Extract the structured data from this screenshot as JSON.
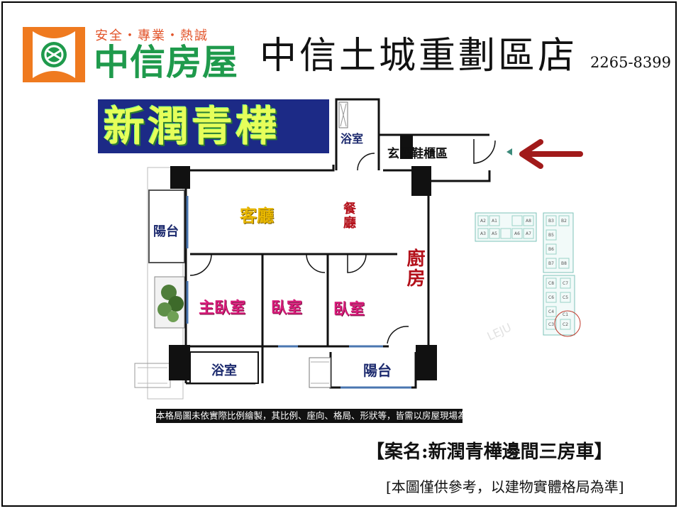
{
  "brand": {
    "slogan": "安全・專業・熱誠",
    "name": "中信房屋",
    "store": "中信土城重劃區店",
    "phone": "2265-8399"
  },
  "community": {
    "name": "新潤青樺"
  },
  "rooms": {
    "balcony_west": "陽台",
    "living": "客廳",
    "dining": "餐廳",
    "kitchen": "廚房",
    "master_bedroom": "主臥室",
    "bedroom_2": "臥室",
    "bedroom_3": "臥室",
    "bath_top": "浴室",
    "bath_bottom": "浴室",
    "entry": "玄關鞋櫃區",
    "balcony_south": "陽台"
  },
  "site_plan": {
    "blocks_a": [
      "A2",
      "A1",
      "A8",
      "A3",
      "A5",
      "A6",
      "A7"
    ],
    "blocks_b": [
      "B3",
      "B2",
      "B5",
      "B6",
      "B7",
      "B8"
    ],
    "blocks_c": [
      "C8",
      "C7",
      "C6",
      "C5",
      "C4",
      "C3",
      "C2",
      "C1"
    ]
  },
  "disclaimer": "本格局圖未依實際比例繪製，其比例、座向、格局、形狀等，皆需以房屋現場為準",
  "case_name": "【案名:新潤青樺邊間三房車】",
  "note": "[本圖僅供參考，以建物實體格局為準]",
  "colors": {
    "brand_green": "#1f9a4c",
    "brand_orange": "#ef7a1f",
    "arrow_red": "#a11a1a"
  }
}
